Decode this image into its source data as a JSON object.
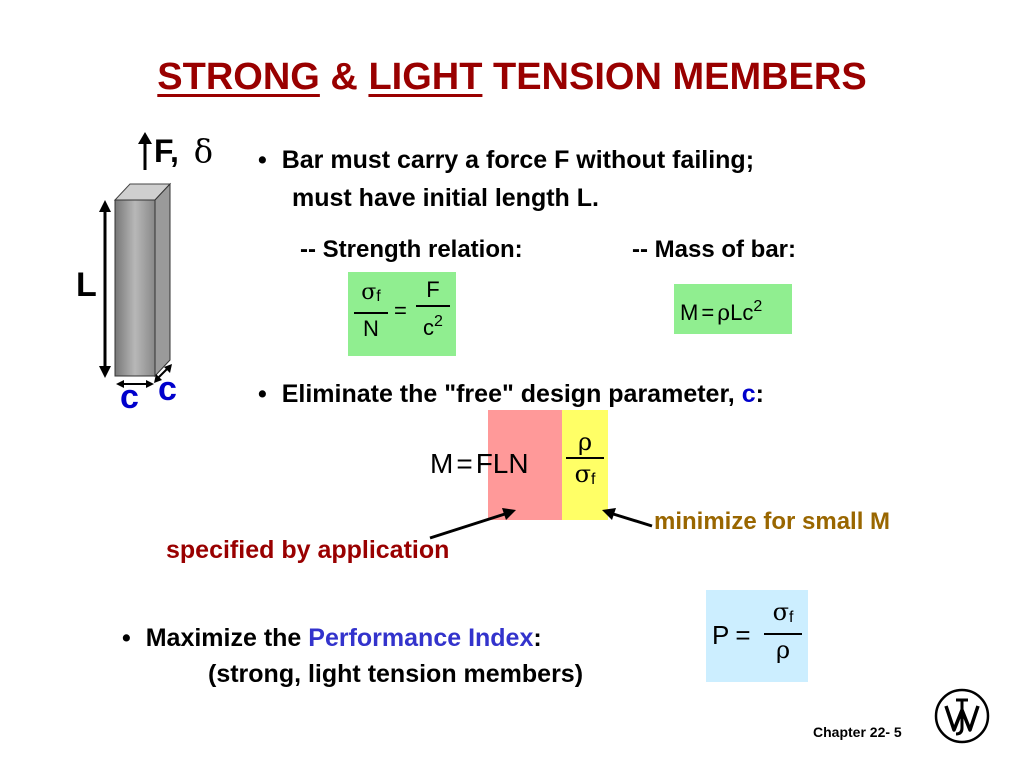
{
  "title": {
    "word1": "STRONG",
    "amp": "&",
    "word2": "LIGHT",
    "rest": "TENSION MEMBERS"
  },
  "figure": {
    "force_label": "F,",
    "delta_symbol": "δ",
    "length_label": "L",
    "width_label_front": "c",
    "width_label_side": "c"
  },
  "bullet1": {
    "marker": "•",
    "line1": "Bar must carry a force F without failing;",
    "line2": "must have initial length L."
  },
  "strength": {
    "label": "-- Strength relation:",
    "sigma": "σ",
    "sub_f": "f",
    "N": "N",
    "equals": "=",
    "F": "F",
    "c": "c",
    "exp2": "2"
  },
  "mass": {
    "label": "-- Mass of bar:",
    "M": "M",
    "equals": "=",
    "rho": "ρ",
    "Lc": "Lc",
    "exp2": "2"
  },
  "bullet2": {
    "marker": "•",
    "text": "Eliminate the \"free\" design parameter,",
    "param": "c",
    "colon": ":"
  },
  "mass_eq": {
    "M": "M",
    "equals": "=",
    "FLN": "FLN",
    "rho": "ρ",
    "sigma": "σ",
    "sub_f": "f"
  },
  "annotations": {
    "specified": "specified by application",
    "minimize": "minimize for small M"
  },
  "bullet3": {
    "marker": "•",
    "text_a": "Maximize the",
    "index": "Performance Index",
    "colon": ":",
    "line2": "(strong, light tension members)"
  },
  "perf_index": {
    "P": "P",
    "equals": "=",
    "sigma": "σ",
    "sub_f": "f",
    "rho": "ρ"
  },
  "footer": {
    "chapter": "Chapter 22- 5"
  },
  "colors": {
    "title": "#990000",
    "green_box": "#90ee90",
    "pink_box": "#ff9999",
    "yellow_box": "#ffff66",
    "blue_box": "#cceeff",
    "gold_text": "#996600",
    "index_blue": "#3333cc"
  },
  "icons": {
    "logo": "wiley-logo"
  }
}
